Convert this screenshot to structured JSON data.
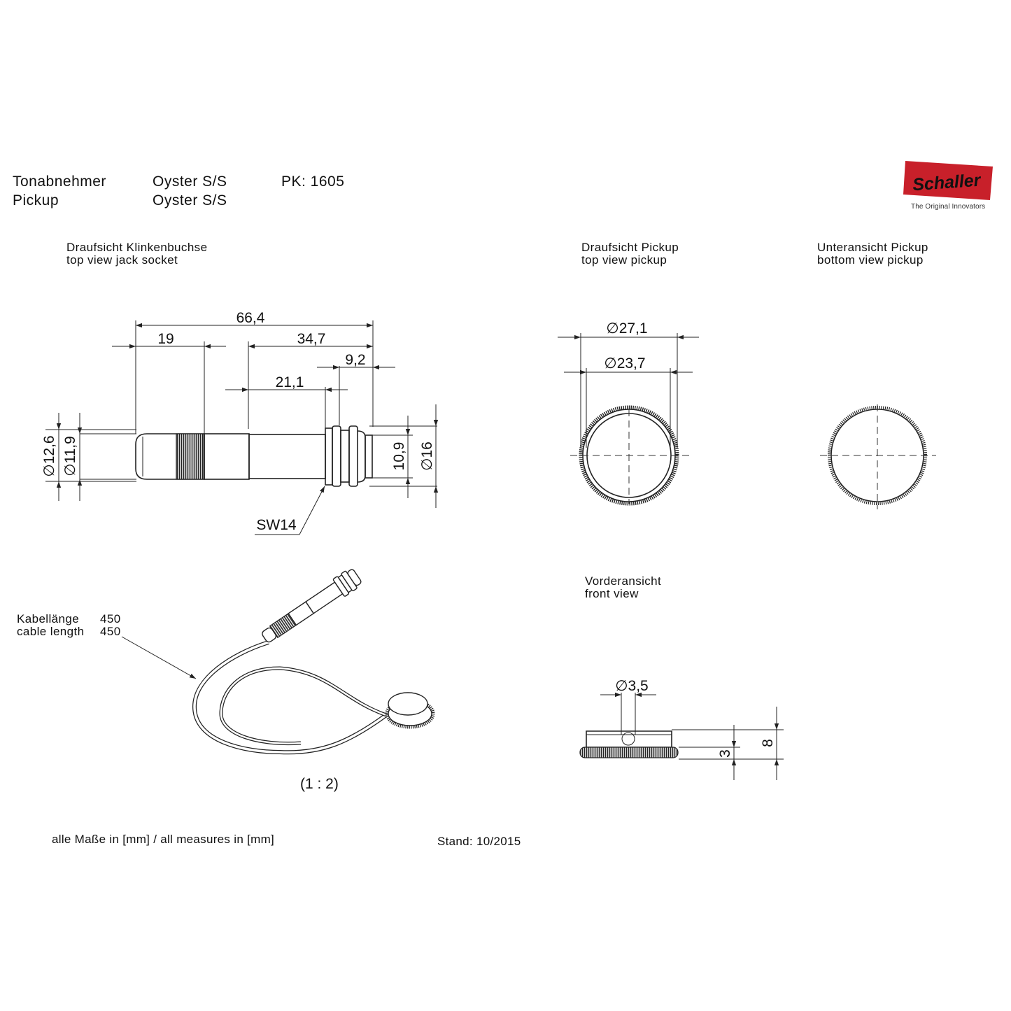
{
  "header": {
    "label_de": "Tonabnehmer",
    "label_en": "Pickup",
    "model_de": "Oyster S/S",
    "model_en": "Oyster S/S",
    "pk": "PK: 1605"
  },
  "logo": {
    "brand": "Schaller",
    "tagline": "The Original Innovators",
    "color": "#c8202a"
  },
  "views": {
    "jack": {
      "de": "Draufsicht Klinkenbuchse",
      "en": "top view jack socket"
    },
    "top_pickup": {
      "de": "Draufsicht Pickup",
      "en": "top view pickup"
    },
    "bottom_pickup": {
      "de": "Unteransicht Pickup",
      "en": "bottom view pickup"
    },
    "front": {
      "de": "Vorderansicht",
      "en": "front view"
    }
  },
  "dimensions": {
    "jack_total": "66,4",
    "jack_19": "19",
    "jack_34_7": "34,7",
    "jack_9_2": "9,2",
    "jack_21_1": "21,1",
    "jack_d12_6": "∅12,6",
    "jack_d11_9": "∅11,9",
    "jack_10_9": "10,9",
    "jack_d16": "∅16",
    "jack_sw": "SW14",
    "pickup_d27_1": "∅27,1",
    "pickup_d23_7": "∅23,7",
    "front_d3_5": "∅3,5",
    "front_3": "3",
    "front_8": "8"
  },
  "cable": {
    "label_de": "Kabellänge",
    "label_en": "cable length",
    "value_de": "450",
    "value_en": "450"
  },
  "scale": "(1 : 2)",
  "footer": {
    "units": "alle Maße in [mm] / all measures in [mm]",
    "stand": "Stand: 10/2015"
  }
}
